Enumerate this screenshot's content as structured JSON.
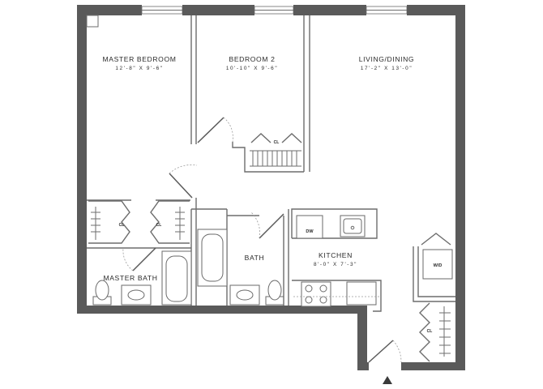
{
  "rooms": {
    "master_bedroom": {
      "name": "MASTER BEDROOM",
      "dims": "12'-8\" X 9'-6\""
    },
    "bedroom_2": {
      "name": "BEDROOM 2",
      "dims": "10'-10\" X 9'-6\""
    },
    "living_dining": {
      "name": "LIVING/DINING",
      "dims": "17'-2\" X 13'-0\""
    },
    "bath": {
      "name": "BATH"
    },
    "master_bath": {
      "name": "MASTER BATH"
    },
    "kitchen": {
      "name": "KITCHEN",
      "dims": "8'-0\" X 7'-3\""
    }
  },
  "labels": {
    "closet": "CL",
    "dishwasher": "DW",
    "washer_dryer": "W/D"
  },
  "colors": {
    "wall": "#5a5a5a",
    "fixture_line": "#6a6a6a"
  }
}
